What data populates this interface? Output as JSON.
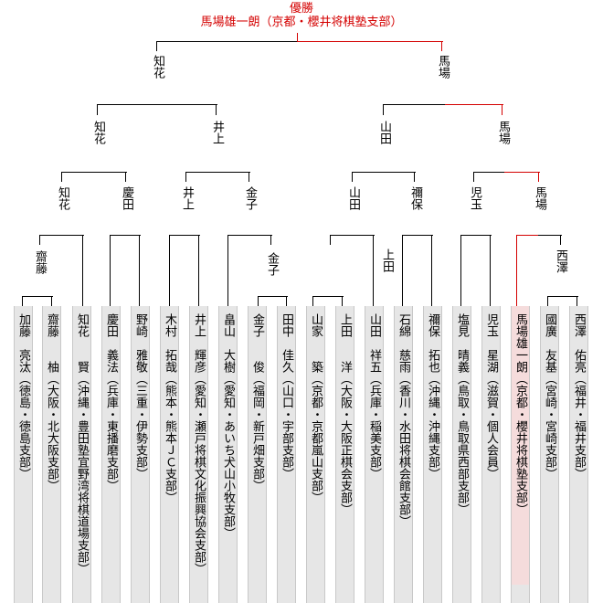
{
  "champion": {
    "label": "優勝",
    "name": "馬場雄一朗（京都・櫻井将棋塾支部）"
  },
  "players": [
    "加藤　亮汰（徳島・徳島支部）",
    "齋藤　　柚（大阪・北大阪支部）",
    "知花　　賢（沖縄・豊田塾宜野湾将棋道場支部）",
    "慶田　義法（兵庫・東播磨支部）",
    "野崎　雅敬（三重・伊勢支部）",
    "木村　拓哉（熊本・熊本ＪＣ支部）",
    "井上　輝彦（愛知・瀬戸将棋文化振興協会支部）",
    "畠山　大樹（愛知・あいち犬山小牧支部）",
    "金子　　俊（福岡・新戸畑支部）",
    "田中　佳久（山口・宇部支部）",
    "山家　　築（京都・京都嵐山支部）",
    "上田　　洋（大阪・大阪正棋会支部）",
    "山田　祥五（兵庫・稲美支部）",
    "石綿　慈雨（香川・水田将棋会館支部）",
    "禰保　拓也（沖縄・沖縄支部）",
    "塩見　晴義（鳥取・鳥取県西部支部）",
    "児玉　星湖（滋賀・個人会員）",
    "馬場雄一朗（京都・櫻井将棋塾支部）",
    "國廣　友基（宮崎・宮崎支部）",
    "西澤　佑亮（福井・福井支部）"
  ],
  "winners": {
    "round1": [
      "齋藤",
      "金子",
      "上田",
      "西澤"
    ],
    "round2": [
      "知花",
      "慶田",
      "井上",
      "金子",
      "山田",
      "禰保",
      "児玉",
      "馬場"
    ],
    "round3": [
      "知花",
      "井上",
      "山田",
      "馬場"
    ],
    "semifinal": [
      "知花",
      "馬場"
    ]
  },
  "colors": {
    "winner_path": "#d40000",
    "winner_box": "#f5dcdc",
    "box": "#e6e6e6"
  }
}
